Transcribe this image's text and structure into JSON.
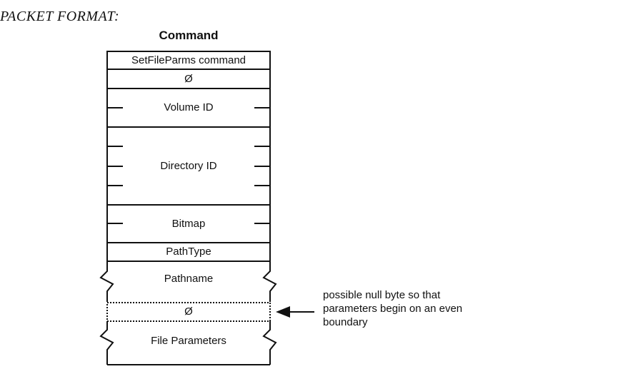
{
  "header": {
    "packet_format": "PACKET FORMAT:",
    "column_title": "Command"
  },
  "fields": [
    {
      "label": "SetFileParms command"
    },
    {
      "label": "Ø"
    },
    {
      "label": "Volume ID"
    },
    {
      "label": "Directory ID"
    },
    {
      "label": "Bitmap"
    },
    {
      "label": "PathType"
    },
    {
      "label": "Pathname"
    },
    {
      "label": "Ø"
    },
    {
      "label": "File Parameters"
    }
  ],
  "annotation": {
    "text": "possible null byte so that parameters begin on an even boundary"
  }
}
